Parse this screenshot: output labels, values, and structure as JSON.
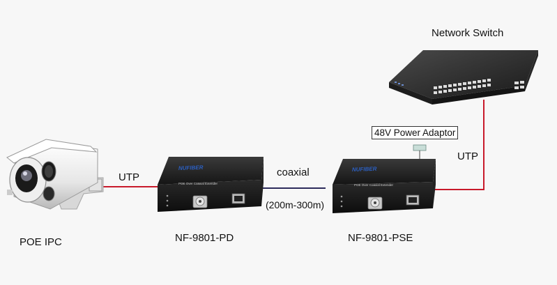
{
  "labels": {
    "network_switch": "Network Switch",
    "power_adaptor": "48V Power Adaptor",
    "utp_left": "UTP",
    "utp_right": "UTP",
    "coaxial": "coaxial",
    "distance": "(200m-300m)",
    "camera": "POE IPC",
    "pd_device": "NF-9801-PD",
    "pse_device": "NF-9801-PSE"
  },
  "device_text": {
    "brand": "NUFIBER",
    "subtitle": "POE Over Coaxial Extender"
  },
  "colors": {
    "utp_cable": "#c8192a",
    "coax_cable": "#2b2a5a",
    "device_body": "#1c1c1c",
    "brand_blue": "#2c5fbf"
  }
}
